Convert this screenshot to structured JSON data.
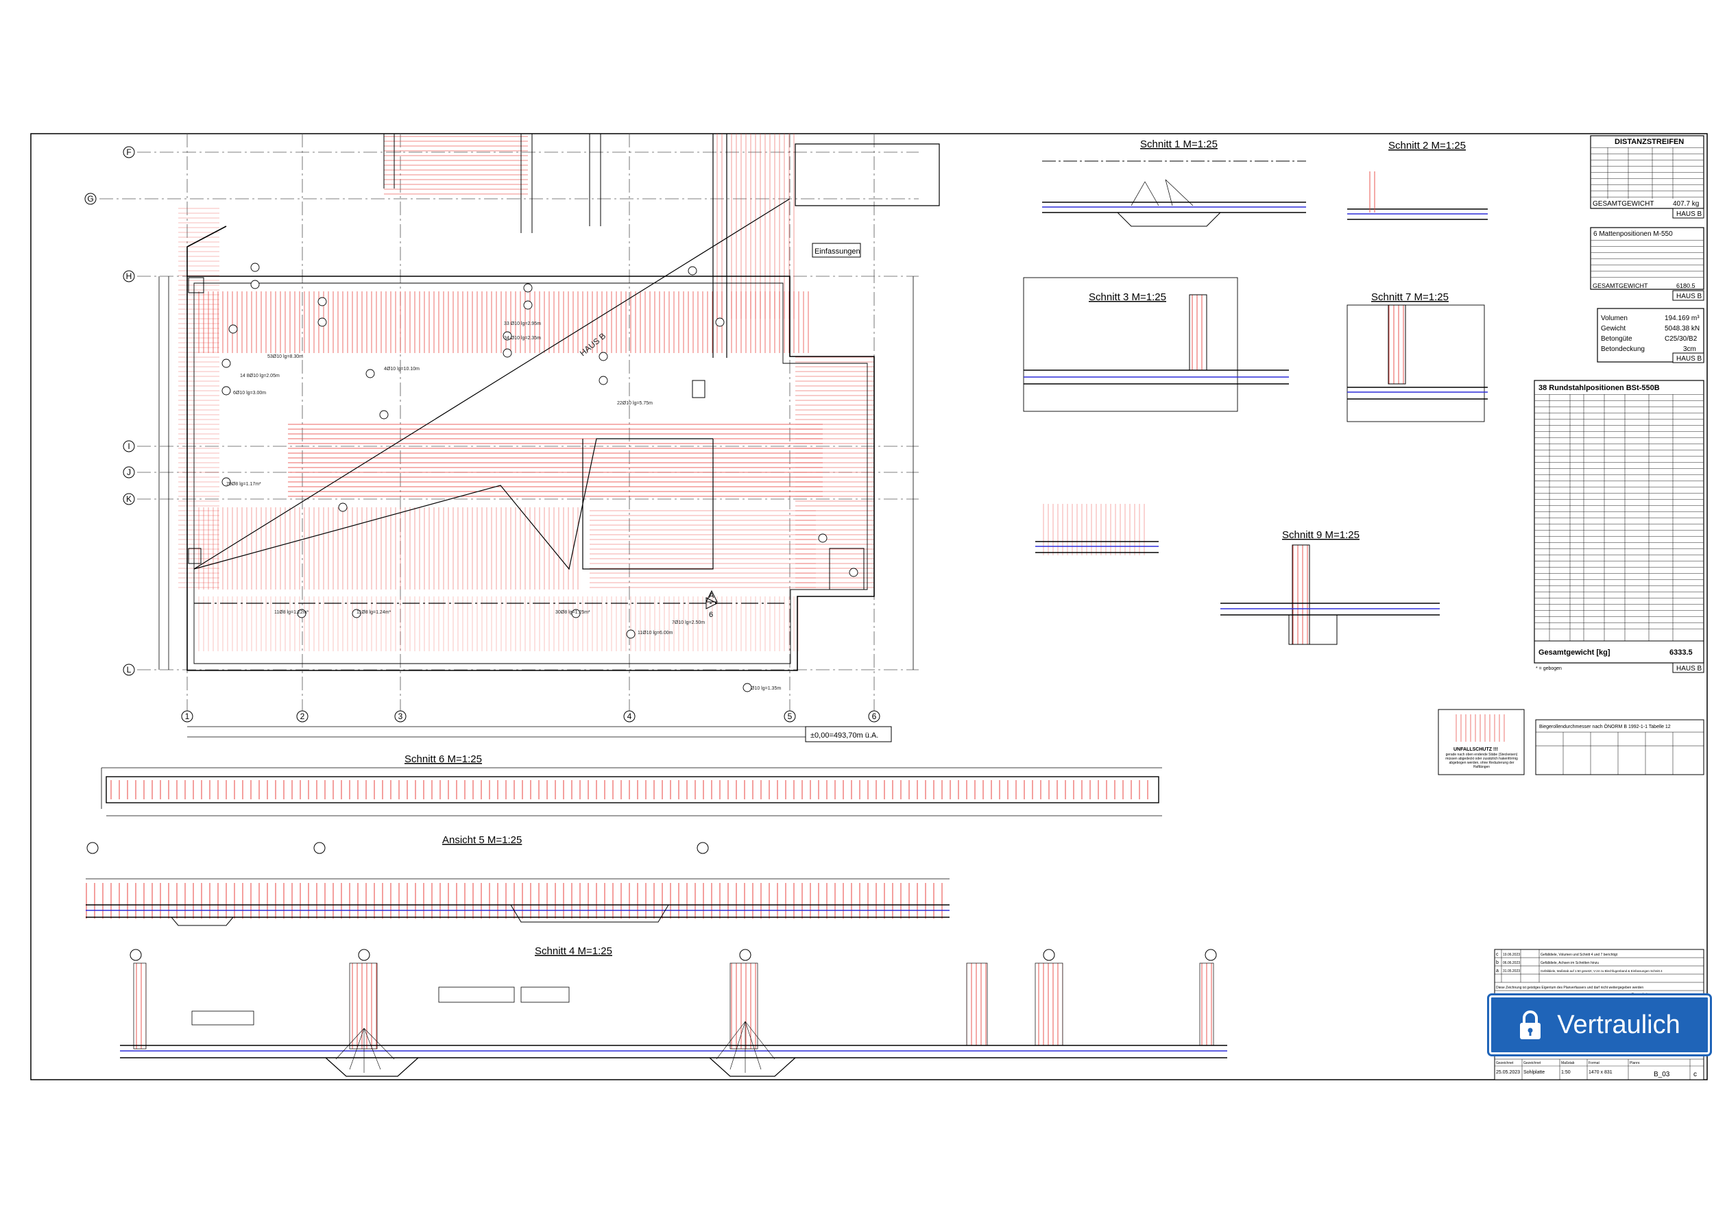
{
  "titles": {
    "schnitt1": "Schnitt 1 M=1:25",
    "schnitt2": "Schnitt 2 M=1:25",
    "schnitt3": "Schnitt 3 M=1:25",
    "schnitt7": "Schnitt 7 M=1:25",
    "schnitt9": "Schnitt 9 M=1:25",
    "schnitt6": "Schnitt 6 M=1:25",
    "ansicht5": "Ansicht 5 M=1:25",
    "schnitt4": "Schnitt 4 M=1:25"
  },
  "plan": {
    "haus_label": "HAUS B",
    "einfassungen": "Einfassungen",
    "elevation": "±0,00=493,70m ü.A.",
    "grid_rows": [
      "F",
      "G",
      "H",
      "I",
      "J",
      "K",
      "L"
    ],
    "grid_cols": [
      "1",
      "2",
      "3",
      "4",
      "5",
      "6"
    ],
    "section_marks": [
      "A",
      "6"
    ]
  },
  "distanzstreifen": {
    "title": "DISTANZSTREIFEN",
    "total_label": "GESAMTGEWICHT",
    "total_value": "407.7 kg",
    "haus": "HAUS B"
  },
  "matten": {
    "title": "6 Mattenpositionen M-550",
    "total_label": "GESAMTGEWICHT",
    "total_value": "6180.5",
    "haus": "HAUS B"
  },
  "beton": {
    "rows": [
      {
        "label": "Volumen",
        "value": "194.169 m³"
      },
      {
        "label": "Gewicht",
        "value": "5048.38 kN"
      },
      {
        "label": "Betongüte",
        "value": "C25/30/B2"
      },
      {
        "label": "Betondeckung",
        "value": "3cm"
      }
    ],
    "haus": "HAUS B"
  },
  "rundstahl": {
    "title": "38 Rundstahlpositionen BSt-550B",
    "total_label": "Gesamtgewicht [kg]",
    "total_value": "6333.5",
    "haus": "HAUS B",
    "note": "* = gebogen"
  },
  "unfallschutz": {
    "title": "UNFALLSCHUTZ !!!",
    "text": "gerade nach oben endende Stäbe (Steckeisen) müssen abgedeckt oder zusätzlich hakenförmig abgebogen werden, ohne Reduzierung der Haftlängen"
  },
  "biege": {
    "title": "Biegerollendurchmesser nach ÖNORM B 1992-1-1 Tabelle 12"
  },
  "titleblock": {
    "revisions": [
      {
        "idx": "c",
        "date": "19.06.2023",
        "text": "Gefälldiele, Volumen und Schnitt 4 und 7 berichtigt"
      },
      {
        "idx": "b",
        "date": "06.06.2023",
        "text": "Gefälldiele, Achsen im Schnitten hinzu"
      },
      {
        "idx": "a",
        "date": "31.05.2023",
        "text": "Gefälldiele, Maßstab auf 1:50 gesetzt; V-24 zu Blechfugenband & Einfassungen Schnitt 4"
      }
    ],
    "notice": "Diese Zeichnung ist geistiges Eigentum des Planverfassers und darf nicht weitergegeben werden",
    "col_labels": [
      "Gezeichnet",
      "Gezeichnet",
      "Maßstab",
      "Format",
      "Plannr."
    ],
    "date": "25.05.2023",
    "subject": "Sohlplatte",
    "scale": "1:50",
    "format": "1470 x 831",
    "plan_no": "B_03",
    "plan_idx": "c",
    "bauvorhaben": "Bauvorhaben"
  },
  "badge": {
    "text": "Vertraulich",
    "icon": "lock-icon",
    "color": "#1f64b8"
  }
}
